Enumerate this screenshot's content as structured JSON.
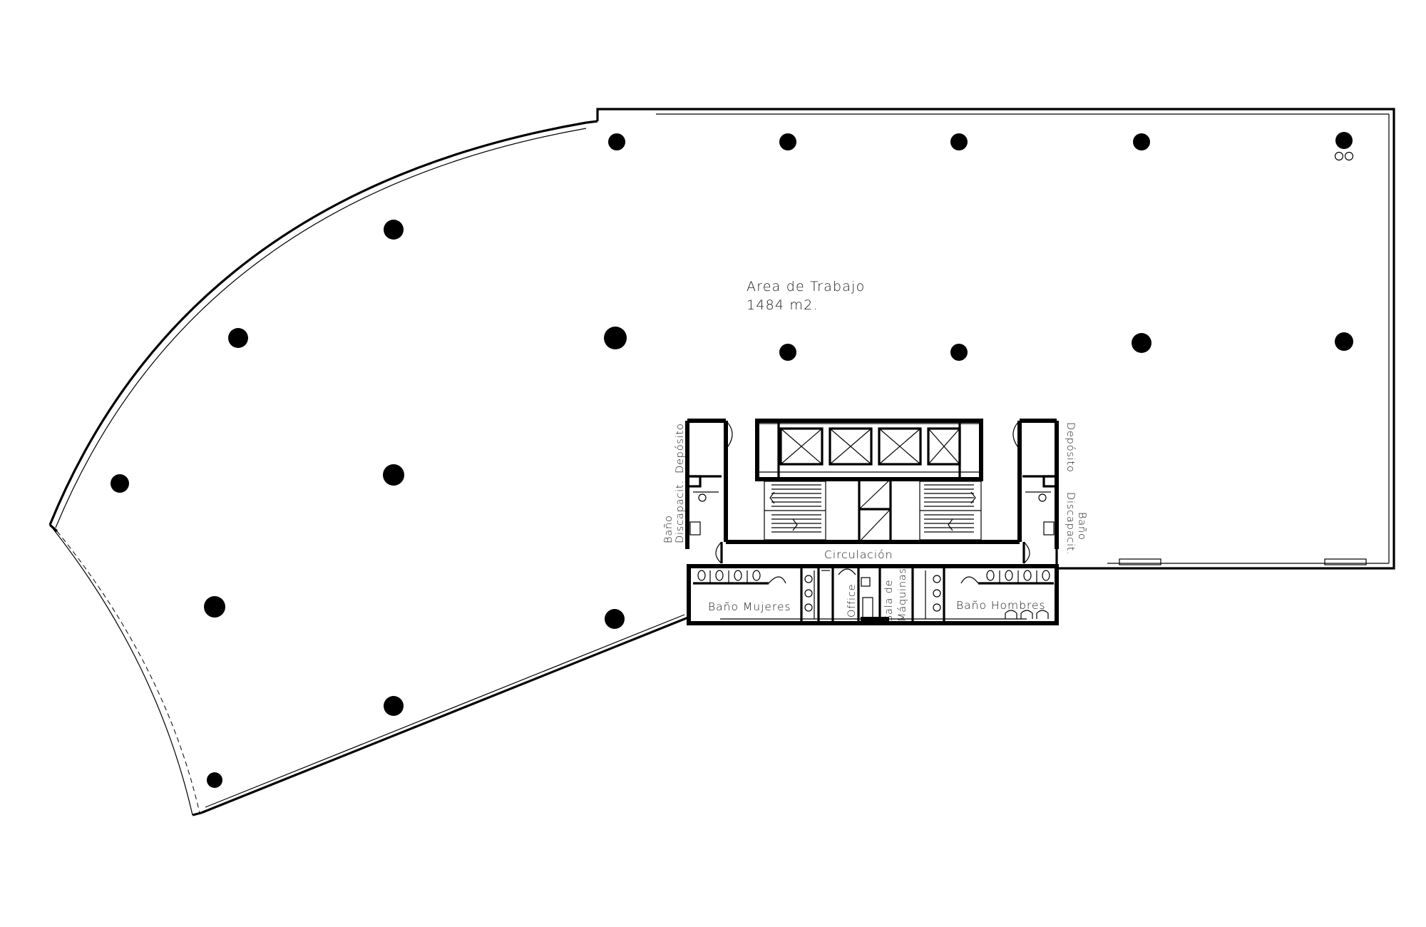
{
  "plan": {
    "area_name": "Area de Trabajo",
    "area_size": "1484 m2.",
    "rooms": {
      "circulation": "Circulación",
      "womens_restroom": "Baño Mujeres",
      "mens_restroom": "Baño Hombres",
      "office": "Office",
      "machine_room_line1": "Sala de",
      "machine_room_line2": "Máquinas",
      "storage_left": "Depósito",
      "accessible_left_line1": "Baño",
      "accessible_left_line2": "Discapacit.",
      "storage_right": "Depósito",
      "accessible_right_line1": "Baño",
      "accessible_right_line2": "Discapacit."
    }
  }
}
